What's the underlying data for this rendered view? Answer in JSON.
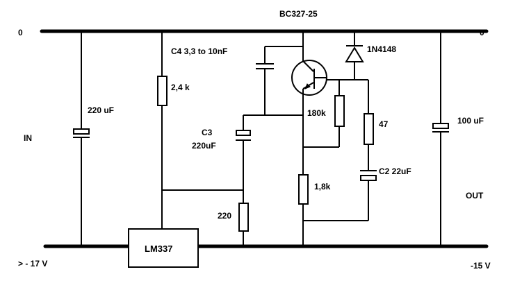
{
  "labels": {
    "top_left": "0",
    "top_right": "0",
    "bottom_left": "> - 17 V",
    "bottom_right": "-15 V",
    "input": "IN",
    "output": "OUT"
  },
  "components": {
    "c_in": "220 uF",
    "r_top": "2,4 k",
    "c4": "C4 3,3 to 10nF",
    "c3_name": "C3",
    "c3_value": "220uF",
    "r_adj": "220",
    "regulator": "LM337",
    "transistor": "BC327-25",
    "diode": "1N4148",
    "r_180k": "180k",
    "r_47": "47",
    "c2": "C2 22uF",
    "r_1k8": "1,8k",
    "c_out": "100 uF"
  }
}
